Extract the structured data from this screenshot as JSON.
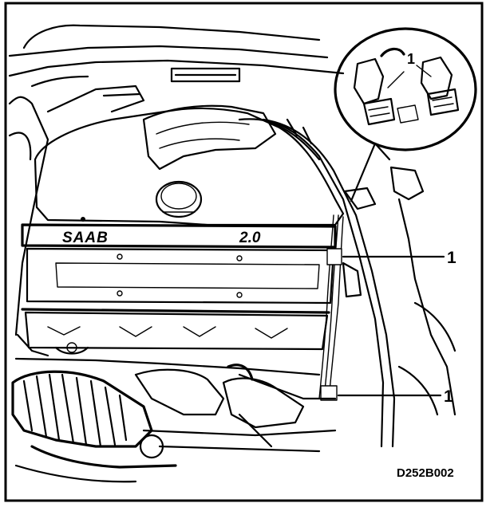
{
  "figure": {
    "callouts": {
      "inset": "1",
      "upper": "1",
      "lower": "1"
    },
    "figure_code": "D252B002",
    "engine_cover_text": "SAAB",
    "engine_size_text": "2.0"
  }
}
